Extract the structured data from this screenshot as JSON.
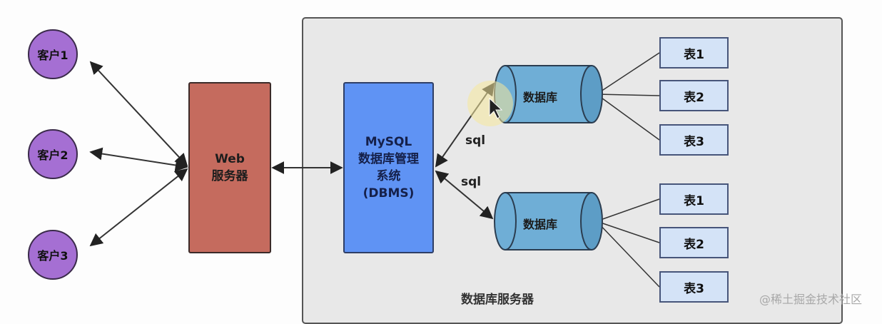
{
  "clients": [
    {
      "label": "客户1"
    },
    {
      "label": "客户2"
    },
    {
      "label": "客户3"
    }
  ],
  "web_server": {
    "line1": "Web",
    "line2": "服务器"
  },
  "dbms": {
    "line1": "MySQL",
    "line2": "数据库管理",
    "line3": "系统",
    "line4": "(DBMS)"
  },
  "databases": [
    {
      "label": "数据库",
      "tables": [
        "表1",
        "表2",
        "表3"
      ]
    },
    {
      "label": "数据库",
      "tables": [
        "表1",
        "表2",
        "表3"
      ]
    }
  ],
  "sql_labels": [
    "sql",
    "sql"
  ],
  "server_box_label": "数据库服务器",
  "watermark": "@稀土掘金技术社区",
  "colors": {
    "client": "#a56fd3",
    "web_server": "#c56b5e",
    "dbms": "#5f93f4",
    "database": "#6faed6",
    "table": "#d4e3f7",
    "server_box": "#e8e8e8"
  }
}
